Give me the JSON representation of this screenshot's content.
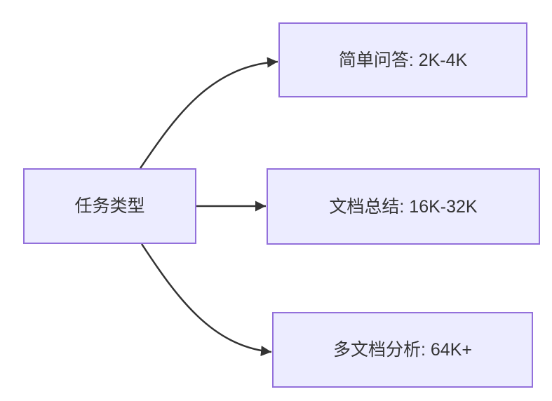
{
  "diagram": {
    "type": "flowchart-left-to-right",
    "root": {
      "id": "task-type",
      "label": "任务类型"
    },
    "children": [
      {
        "id": "simple-qa",
        "label": "简单问答: 2K-4K"
      },
      {
        "id": "doc-summary",
        "label": "文档总结: 16K-32K"
      },
      {
        "id": "multi-doc",
        "label": "多文档分析: 64K+"
      }
    ],
    "edges": [
      {
        "from": "task-type",
        "to": "simple-qa"
      },
      {
        "from": "task-type",
        "to": "doc-summary"
      },
      {
        "from": "task-type",
        "to": "multi-doc"
      }
    ],
    "colors": {
      "background": "#FFFFFF",
      "node_fill": "#ECECFF",
      "node_border": "#9370DB",
      "text": "#333333",
      "edge": "#333333"
    }
  }
}
